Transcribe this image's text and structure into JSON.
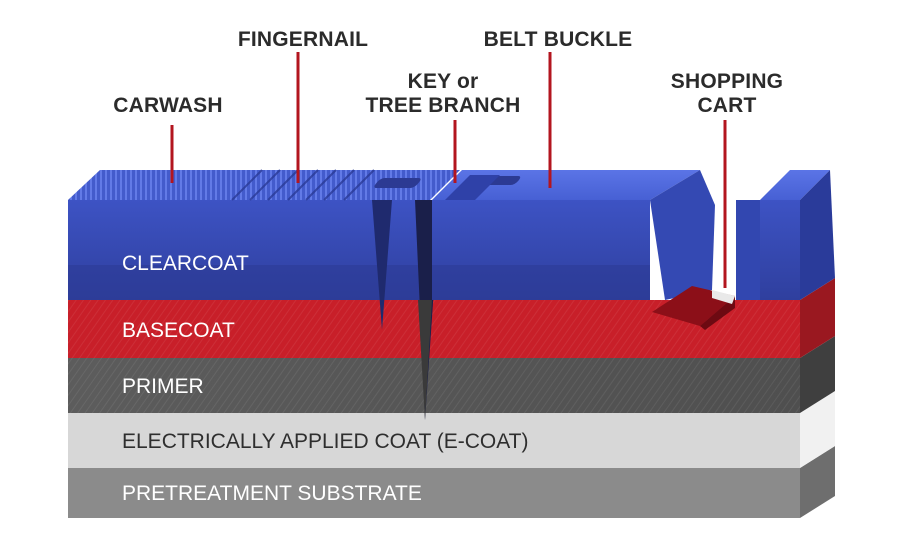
{
  "diagram": {
    "callouts": {
      "carwash": "CARWASH",
      "fingernail": "FINGERNAIL",
      "key_line1": "KEY or",
      "key_line2": "TREE BRANCH",
      "belt_buckle": "BELT BUCKLE",
      "cart_line1": "SHOPPING",
      "cart_line2": "CART"
    },
    "layers": {
      "clearcoat": "CLEARCOAT",
      "basecoat": "BASECOAT",
      "primer": "PRIMER",
      "ecoat": "ELECTRICALLY APPLIED COAT (E-COAT)",
      "substrate": "PRETREATMENT SUBSTRATE"
    },
    "colors": {
      "clearcoat": "#3a4fb8",
      "basecoat": "#c8202a",
      "primer": "#5a5a5a",
      "ecoat": "#d6d6d6",
      "substrate": "#8a8a8a",
      "leader": "#b3151f"
    }
  }
}
